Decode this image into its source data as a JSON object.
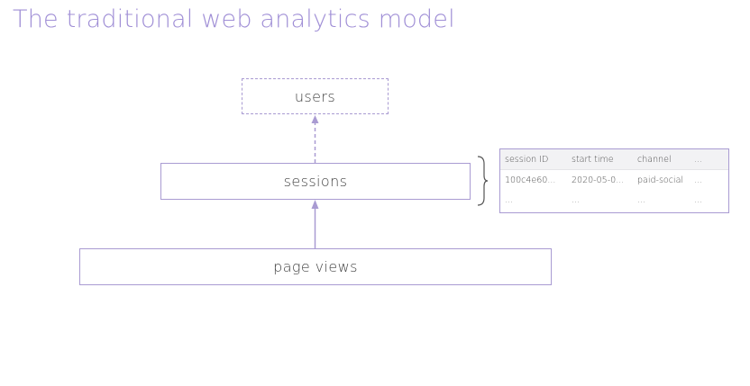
{
  "title": "The traditional web analytics model",
  "colors": {
    "title": "#a08fd6",
    "accent": "#a99bd2",
    "text": "#3f3f3f"
  },
  "diagram": {
    "nodes": {
      "users": "users",
      "sessions": "sessions",
      "page_views": "page views"
    }
  },
  "sessions_table": {
    "columns": [
      "session ID",
      "start time",
      "channel",
      "..."
    ],
    "rows": [
      [
        "100c4e60...",
        "2020-05-0...",
        "paid-social",
        "..."
      ],
      [
        "...",
        "...",
        "...",
        "..."
      ]
    ]
  }
}
